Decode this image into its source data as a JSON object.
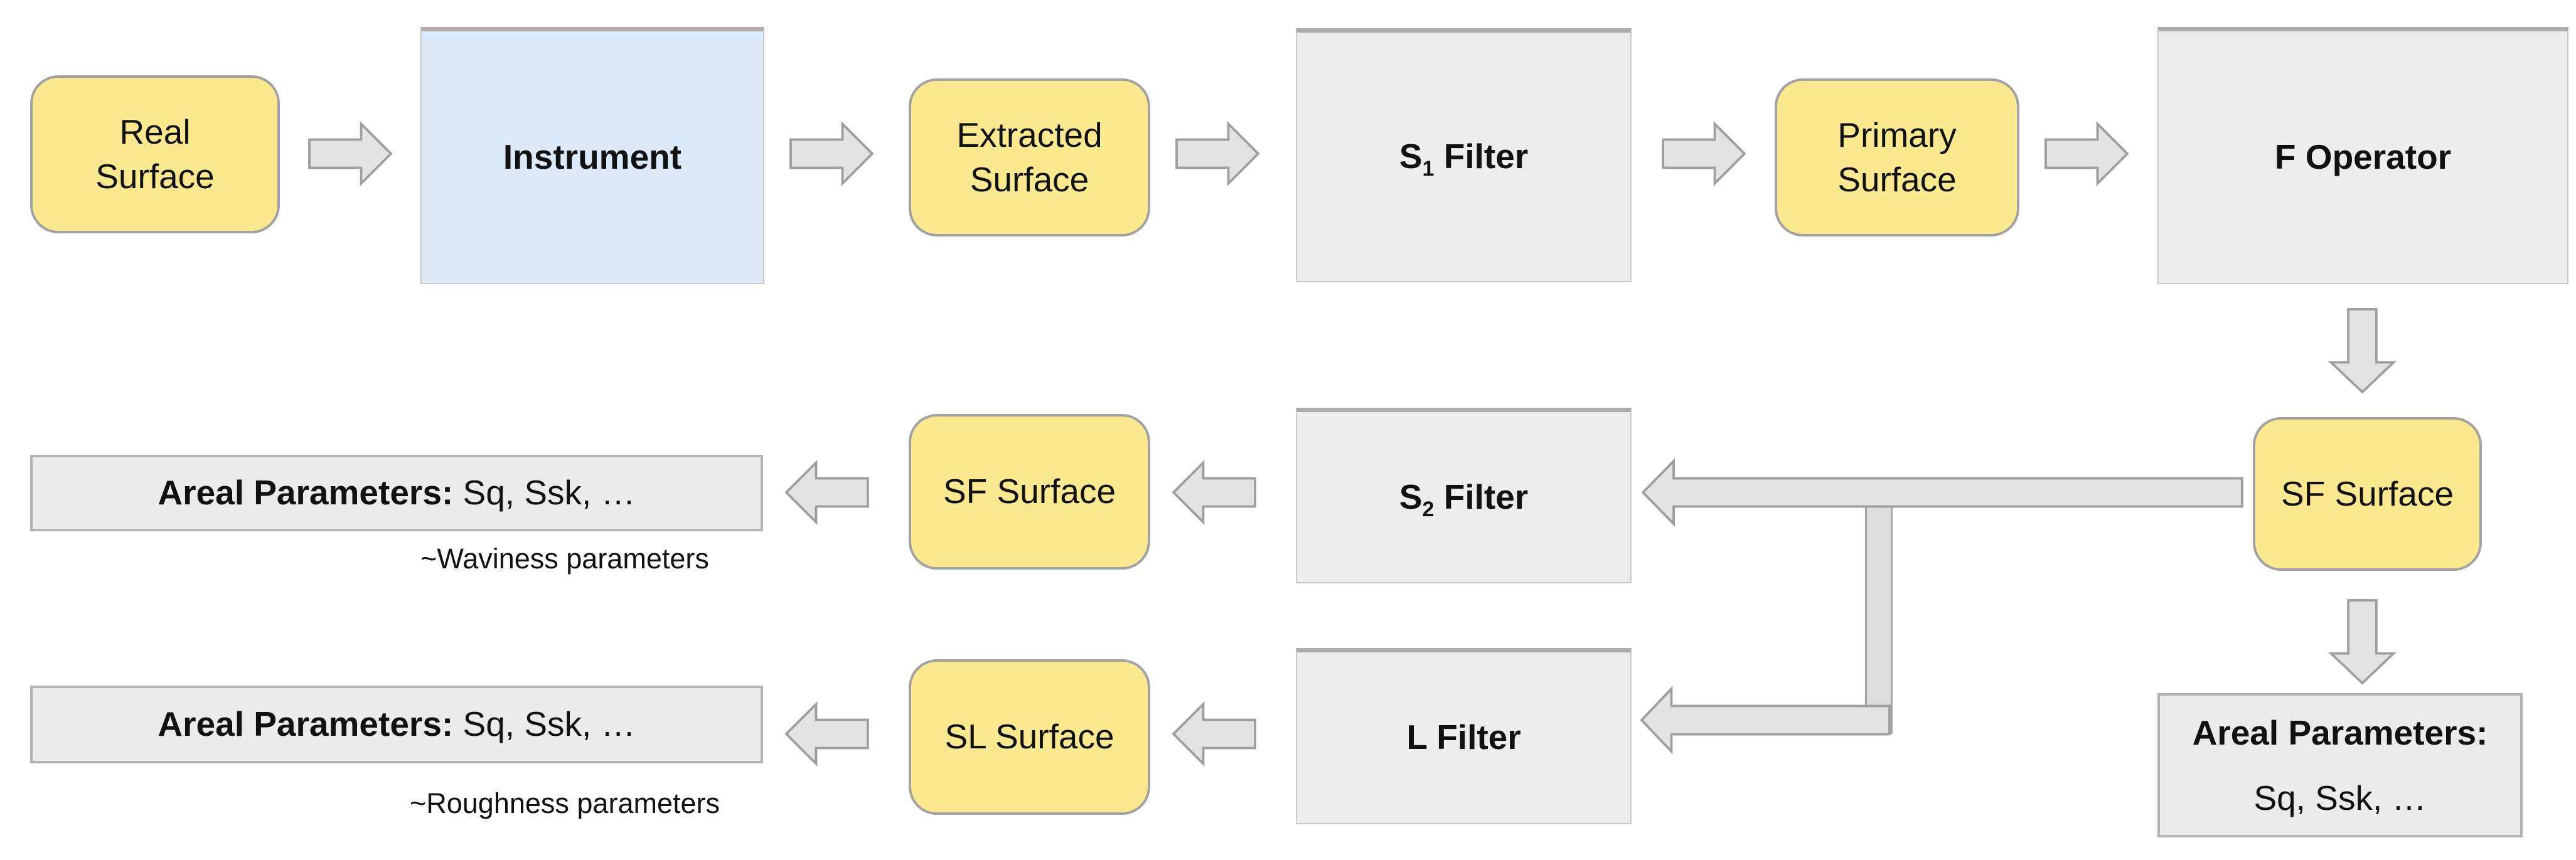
{
  "diagram": {
    "description": "Surface texture filtration workflow diagram",
    "colors": {
      "surface_node_fill": "#FAE98F",
      "instrument_fill": "#DCE9F9",
      "filter_box_fill": "#EDEDED",
      "parameter_box_fill": "#EBEBEB",
      "arrow_fill": "#E3E3E3",
      "arrow_border": "#9E9E9E",
      "text": "#111111"
    }
  },
  "nodes": {
    "real_surface": {
      "label_pre": "Real\nSurface"
    },
    "instrument": {
      "label_pre": "Instrument"
    },
    "extracted_surface": {
      "label_pre": "Extracted\nSurface"
    },
    "s1_filter": {
      "label_pre": "S",
      "label_sub": "1",
      "label_post": " Filter"
    },
    "primary_surface": {
      "label_pre": "Primary\nSurface"
    },
    "f_operator": {
      "label_pre": "F Operator"
    },
    "sf_surface_right": {
      "label_pre": "SF Surface"
    },
    "areal_waviness": {
      "label_bold": "Areal Parameters:",
      "label_rest": " Sq, Ssk, …"
    },
    "sf_surface_mid": {
      "label_pre": "SF Surface"
    },
    "s2_filter": {
      "label_pre": "S",
      "label_sub": "2",
      "label_post": " Filter"
    },
    "areal_roughness": {
      "label_bold": "Areal Parameters:",
      "label_rest": " Sq, Ssk, …"
    },
    "sl_surface": {
      "label_pre": "SL Surface"
    },
    "l_filter": {
      "label_pre": "L Filter"
    },
    "areal_right": {
      "label_bold": "Areal Parameters:",
      "label_rest": "\nSq, Ssk, …"
    }
  },
  "annotations": {
    "waviness": "~Waviness parameters",
    "roughness": "~Roughness parameters"
  }
}
